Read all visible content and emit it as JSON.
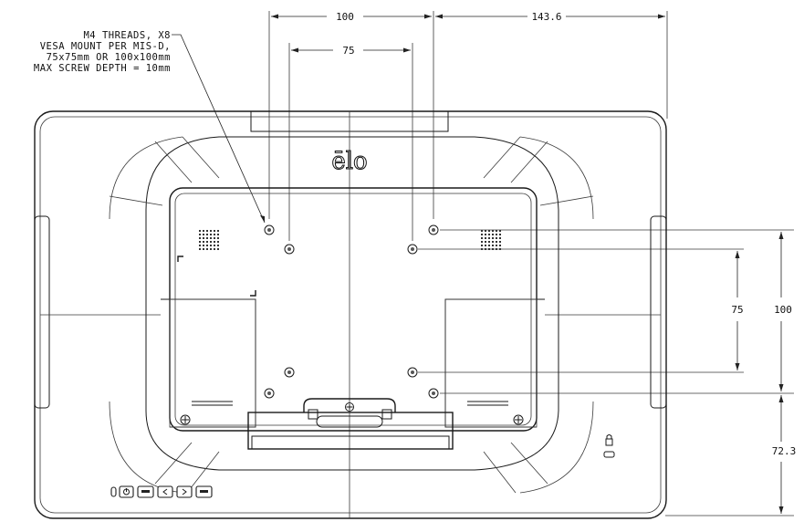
{
  "callout": {
    "lines": [
      "M4 THREADS, X8",
      "VESA MOUNT PER MIS-D,",
      "75x75mm OR 100x100mm",
      "MAX SCREW DEPTH = 10mm"
    ]
  },
  "dimensions": {
    "top_outer": "100",
    "top_inner": "75",
    "top_right": "143.6",
    "right_inner": "75",
    "right_outer": "100",
    "right_bottom": "72.3"
  },
  "logo": "ēlo"
}
